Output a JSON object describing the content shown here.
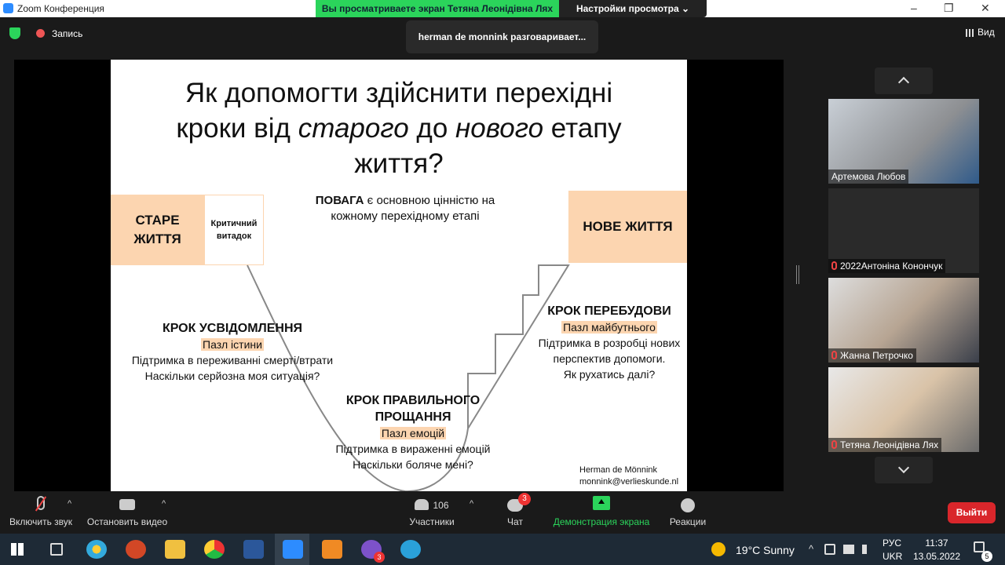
{
  "window": {
    "title": "Zoom Конференция",
    "minimize": "–",
    "maximize": "❐",
    "close": "✕"
  },
  "banner": {
    "viewing": "Вы просматриваете экран Тетяна Леонідівна Лях",
    "settings": "Настройки просмотра ⌄"
  },
  "top": {
    "record": "Запись",
    "speaker": "herman de monnink разговаривает...",
    "view": "Вид"
  },
  "slide": {
    "title1": "Як допомогти здійснити перехідні",
    "title2_a": "кроки від ",
    "title2_b": "старого",
    "title2_c": " до ",
    "title2_d": "нового",
    "title2_e": " етапу",
    "title3": "життя?",
    "old_life": "СТАРЕ ЖИТТЯ",
    "critical": "Критичний витадок",
    "respect_b": "ПОВАГА",
    "respect": " є основною цінністю на кожному перехідному етапі",
    "new_life": "НОВЕ ЖИТТЯ",
    "step1": {
      "title": "КРОК УСВІДОМЛЕННЯ",
      "puzzle": "Пазл істини",
      "l1": "Підтримка в переживанні смерті/втрати",
      "l2": "Наскільки серйозна моя ситуація?"
    },
    "step2": {
      "title1": "КРОК ПРАВИЛЬНОГО",
      "title2": "ПРОЩАННЯ",
      "puzzle": "Пазл емоцій",
      "l1": "Підтримка в вираженні емоцій",
      "l2": "Наскільки боляче мені?"
    },
    "step3": {
      "title": "КРОК ПЕРЕБУДОВИ",
      "puzzle": "Пазл майбутнього",
      "l1": "Підтримка в розробці нових",
      "l2": "перспектив допомоги.",
      "l3": "Як рухатись далі?"
    },
    "author": "Herman de Mönnink",
    "email": "monnink@verlieskunde.nl"
  },
  "participants": [
    {
      "name": "Артемова Любов"
    },
    {
      "name": "2022Антоніна Конончук"
    },
    {
      "name": "Жанна Петрочко"
    },
    {
      "name": "Тетяна Леонідівна Лях"
    }
  ],
  "toolbar": {
    "unmute": "Включить звук",
    "video": "Остановить видео",
    "participants": "Участники",
    "participants_count": "106",
    "chat": "Чат",
    "chat_badge": "3",
    "share": "Демонстрация экрана",
    "reactions": "Реакции",
    "leave": "Выйти"
  },
  "taskbar": {
    "weather": "19°C  Sunny",
    "lang1": "РУС",
    "lang2": "UKR",
    "time": "11:37",
    "date": "13.05.2022",
    "notif": "5",
    "viber_badge": "3"
  },
  "colors": {
    "green": "#2bd45b",
    "peach": "#fcd5b0",
    "leave": "#d9262b"
  }
}
